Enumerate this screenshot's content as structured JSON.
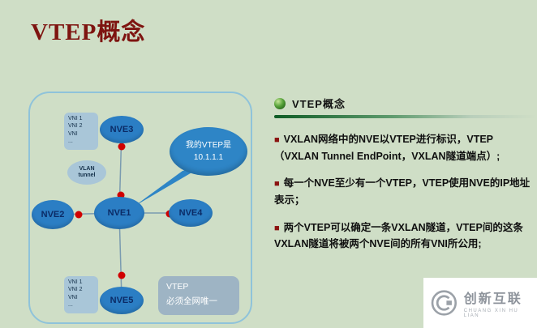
{
  "page": {
    "title": "VTEP概念",
    "bullet_char": "■"
  },
  "colors": {
    "background": "#cfdec6",
    "node_blue": "#2b7ec4",
    "callout_blue": "#2e85c6",
    "panel_border_blue": "#8fc3da",
    "bullet_red": "#8b1310",
    "title_red": "#7e1410",
    "dot_red": "#d00000",
    "rule_green": "#0f5c25"
  },
  "diagram": {
    "nodes": {
      "nve1": "NVE1",
      "nve2": "NVE2",
      "nve3": "NVE3",
      "nve4": "NVE4",
      "nve5": "NVE5"
    },
    "vni_box": [
      "VNI 1",
      "VNI 2",
      "VNI",
      "..."
    ],
    "vlan_label": [
      "VLAN",
      "tunnel"
    ],
    "callout": [
      "我的VTEP是",
      "10.1.1.1"
    ],
    "note": [
      "VTEP",
      "必须全网唯一"
    ]
  },
  "panel": {
    "header": "VTEP概念",
    "bullets": [
      "VXLAN网络中的NVE以VTEP进行标识，VTEP（VXLAN Tunnel EndPoint，VXLAN隧道端点）;",
      "每一个NVE至少有一个VTEP，VTEP使用NVE的IP地址表示；",
      "两个VTEP可以确定一条VXLAN隧道，VTEP间的这条VXLAN隧道将被两个NVE间的所有VNI所公用;"
    ]
  },
  "watermark": {
    "brand": "创新互联",
    "subtitle": "CHUANG XIN HU LIAN"
  }
}
